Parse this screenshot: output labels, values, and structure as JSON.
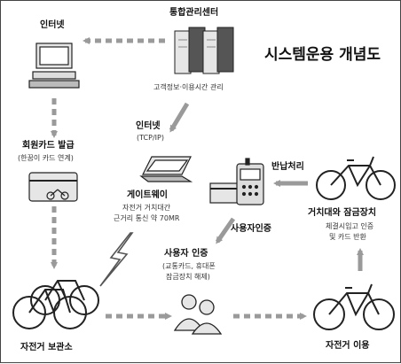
{
  "title": "시스템운용 개념도",
  "nodes": {
    "internet_top": {
      "title": "인터넷"
    },
    "center": {
      "title": "통합관리센터",
      "desc": "고객정보·이용시간 관리"
    },
    "internet_mid": {
      "title": "인터넷",
      "desc": "(TCP/IP)"
    },
    "membership": {
      "title": "회원카드 발급",
      "desc": "(한꿈이 카드 연계)"
    },
    "gateway": {
      "title": "게이트웨이",
      "desc_line1": "자전거 거치대간",
      "desc_line2": "근거리 통신 약 70MR"
    },
    "return": {
      "title": "반납처리"
    },
    "user_auth_label": {
      "title": "사용자인증"
    },
    "lock_device": {
      "title": "거치대와 잠금장치",
      "desc_line1": "체결시입고 인증",
      "desc_line2": "및 카드 반환"
    },
    "user_auth": {
      "title": "사용자 인증",
      "desc_line1": "(교통카드, 휴대폰",
      "desc_line2": "잠금장치 해제)"
    },
    "storage": {
      "title": "자전거 보관소"
    },
    "use": {
      "title": "자전거 이용"
    }
  },
  "colors": {
    "arrow": "#9a9a9a",
    "line": "#222222",
    "fill_light": "#e6e6e6",
    "fill_dark": "#555555"
  }
}
